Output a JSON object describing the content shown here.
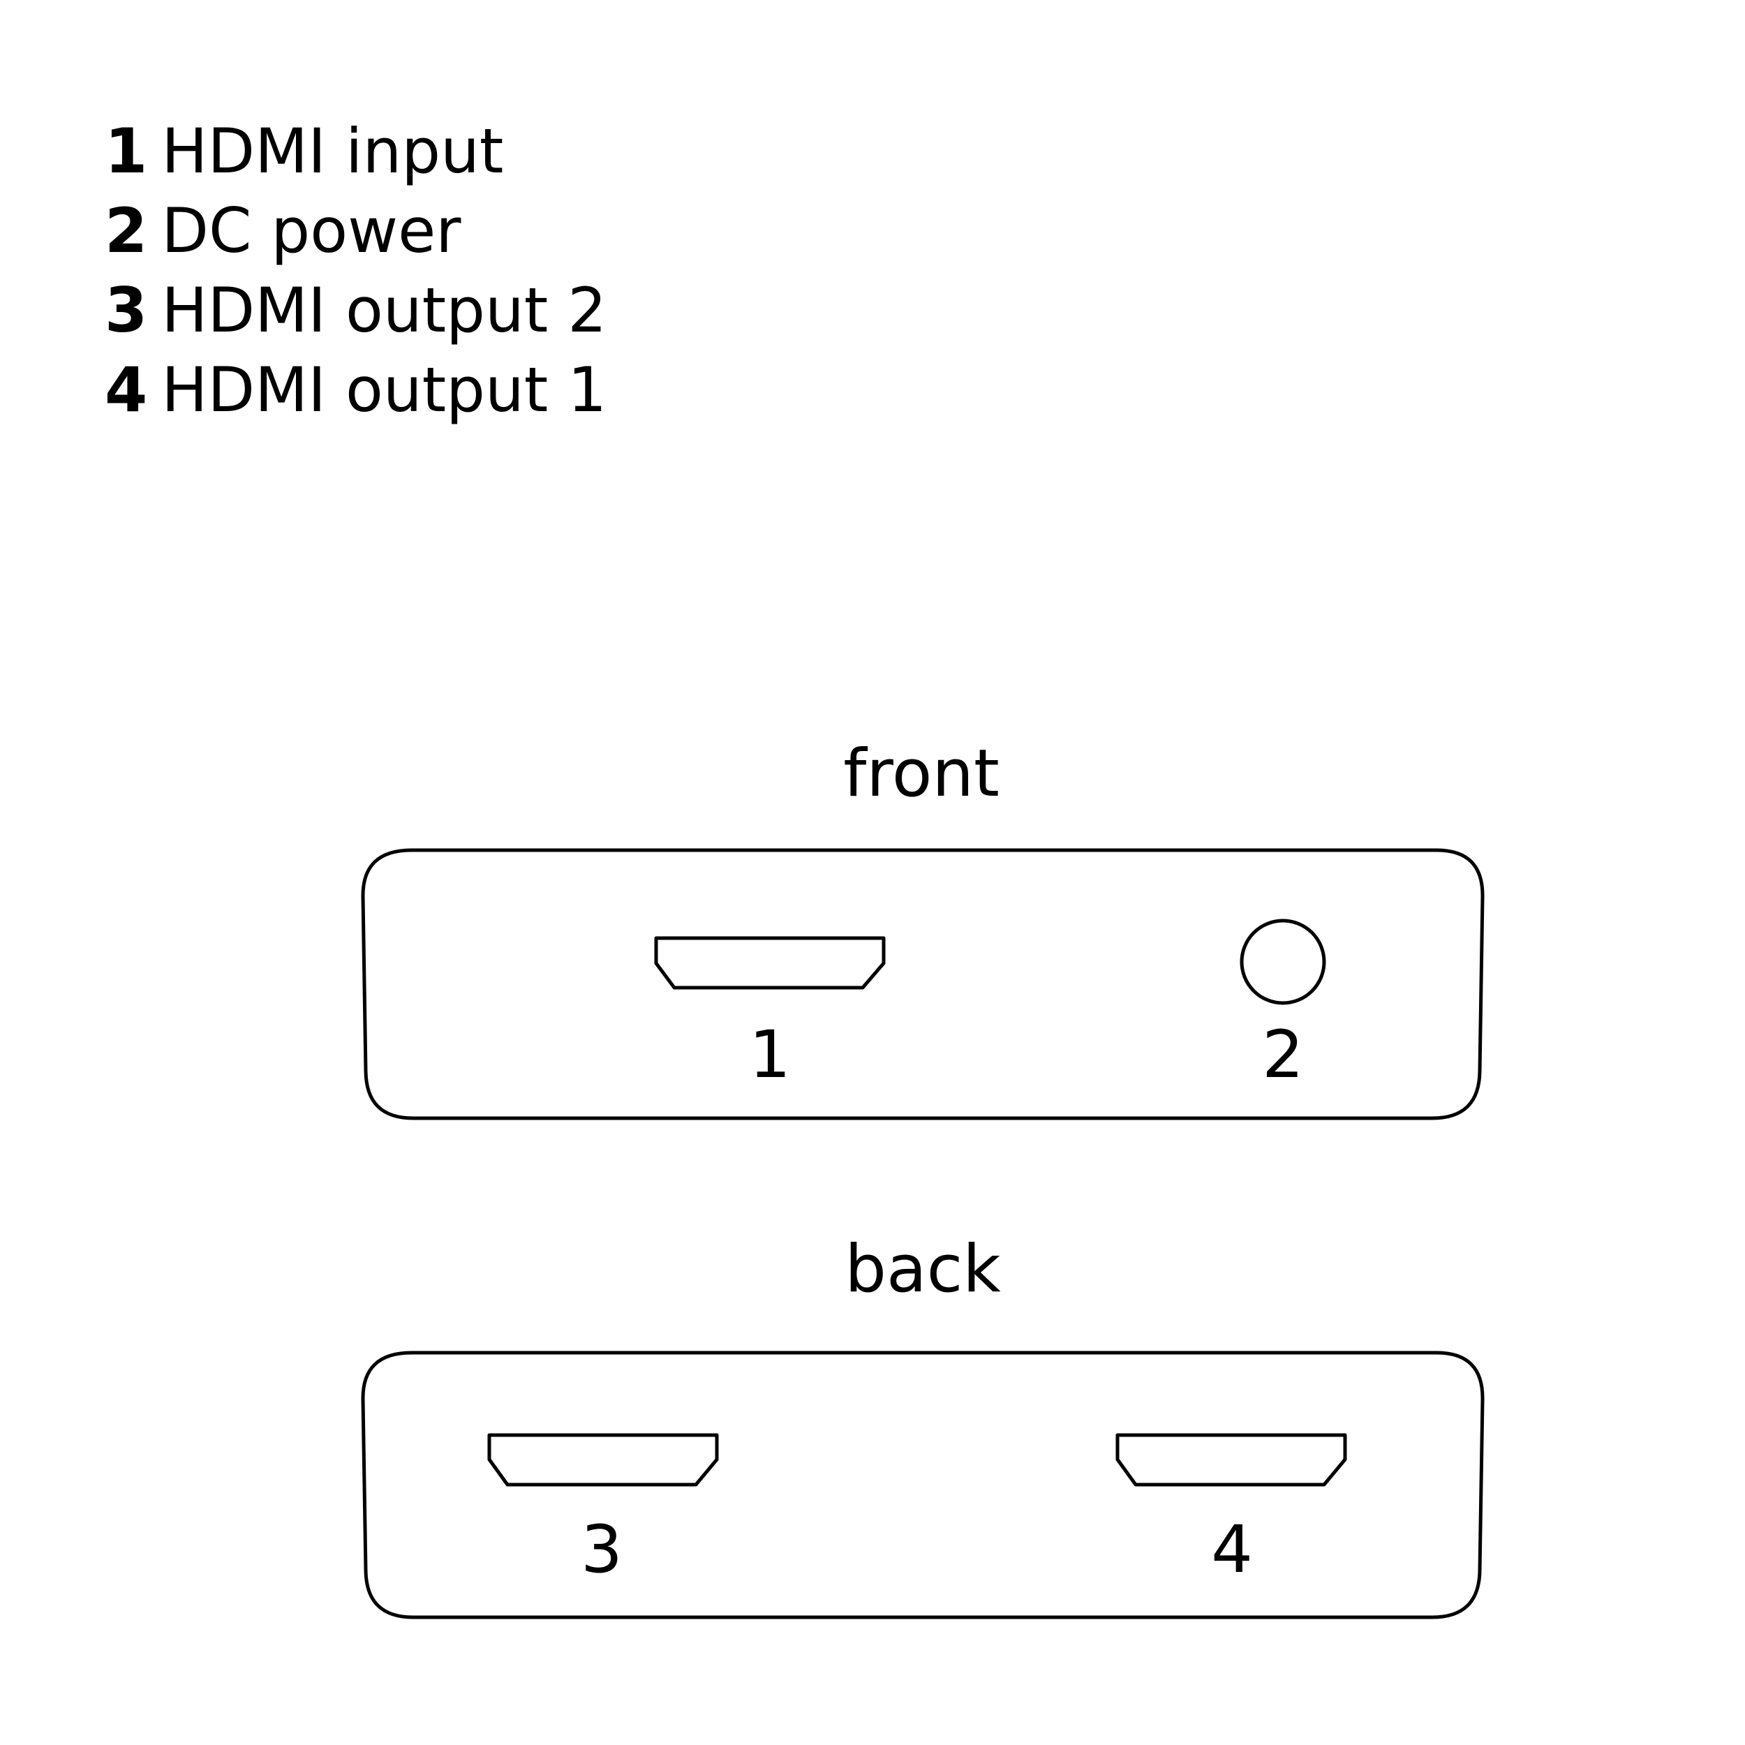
{
  "legend": [
    {
      "number": "1",
      "text": "HDMI input"
    },
    {
      "number": "2",
      "text": "DC power"
    },
    {
      "number": "3",
      "text": "HDMI output 2"
    },
    {
      "number": "4",
      "text": "HDMI output 1"
    }
  ],
  "front": {
    "label": "front",
    "ports": [
      {
        "number": "1",
        "icon": "hdmi-port-icon"
      },
      {
        "number": "2",
        "icon": "dc-jack-icon"
      }
    ]
  },
  "back": {
    "label": "back",
    "ports": [
      {
        "number": "3",
        "icon": "hdmi-port-icon"
      },
      {
        "number": "4",
        "icon": "hdmi-port-icon"
      }
    ]
  }
}
